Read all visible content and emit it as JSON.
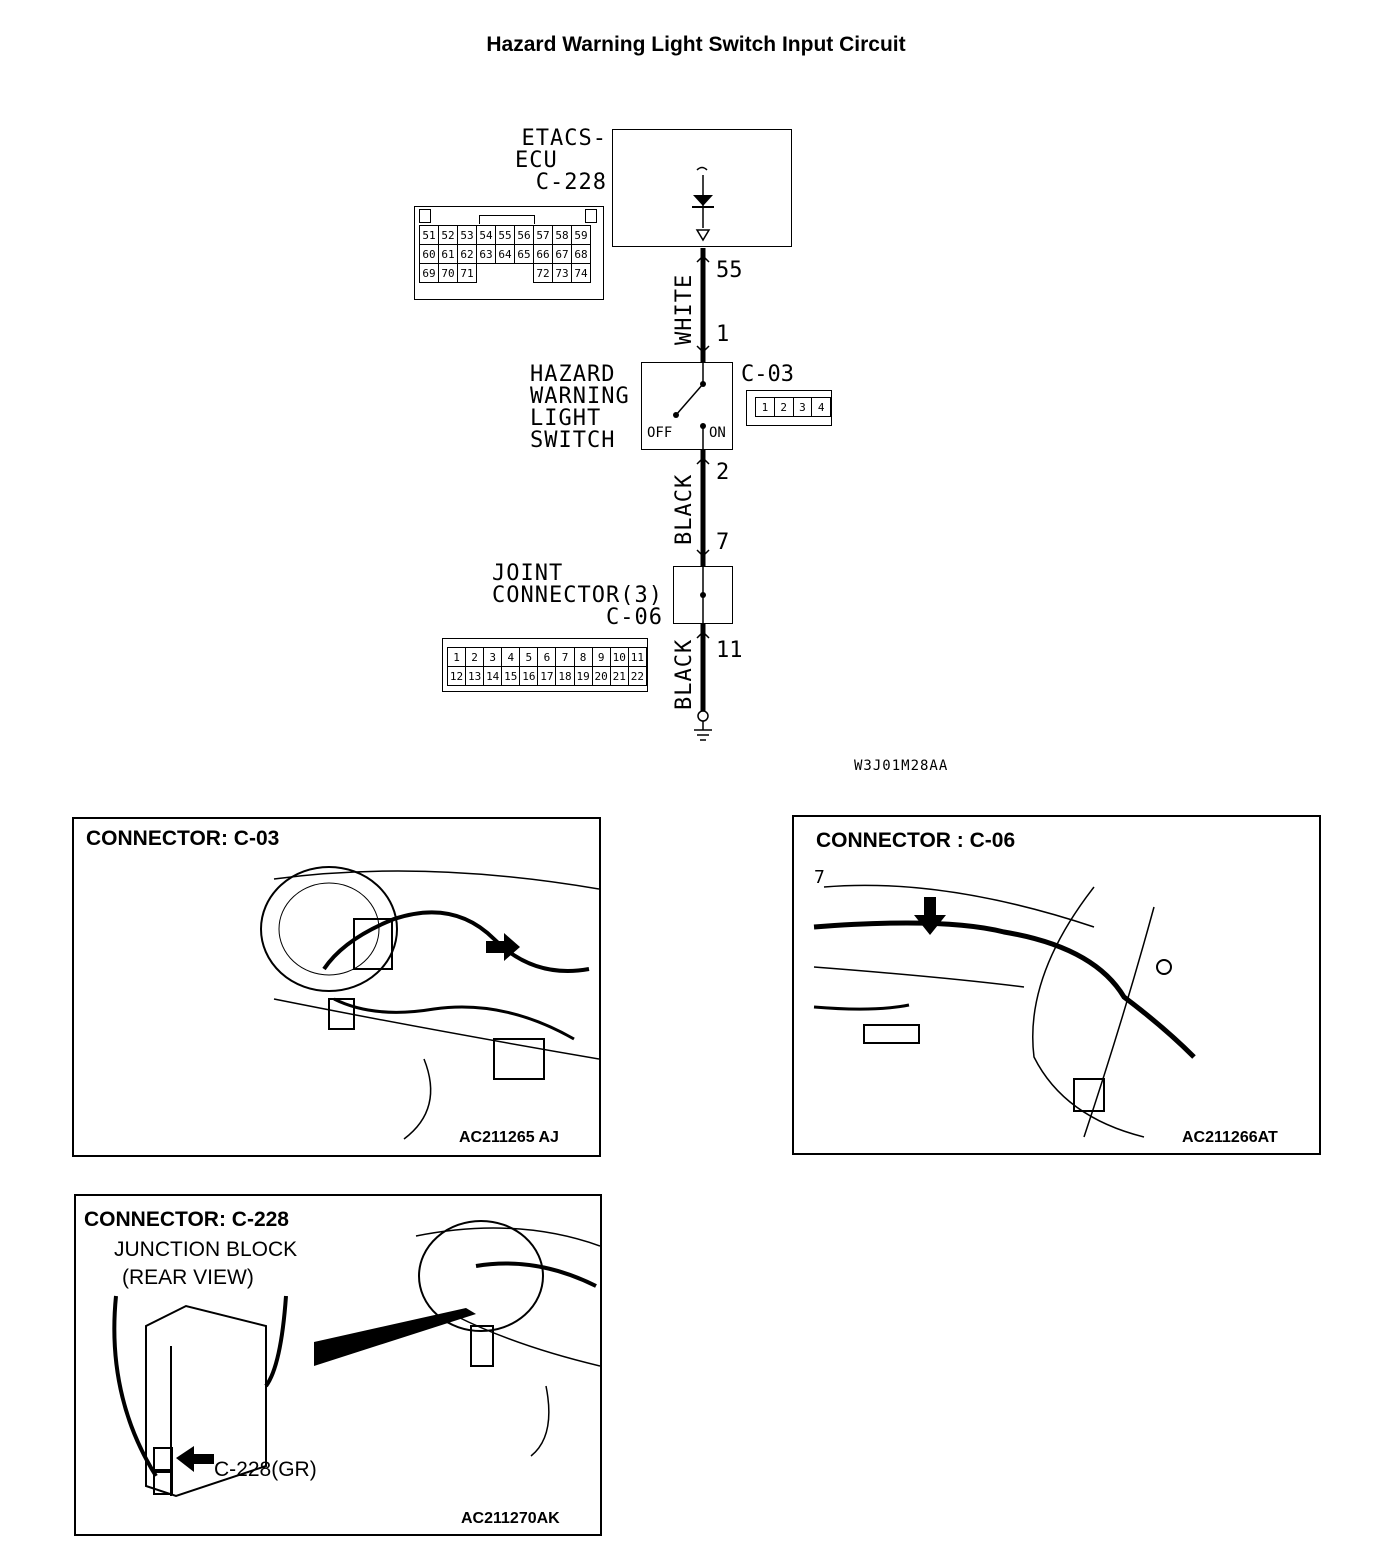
{
  "title": "Hazard Warning Light Switch Input Circuit",
  "diagram_code": "W3J01M28AA",
  "ecu": {
    "label_lines": [
      "ETACS-",
      "ECU",
      "C-228"
    ],
    "pin": "55",
    "connector_rows": [
      [
        "51",
        "52",
        "53",
        "54",
        "55",
        "56",
        "57",
        "58",
        "59"
      ],
      [
        "60",
        "61",
        "62",
        "63",
        "64",
        "65",
        "66",
        "67",
        "68"
      ],
      [
        "69",
        "70",
        "71",
        "",
        "",
        "",
        "72",
        "73",
        "74"
      ]
    ]
  },
  "wire_white": {
    "color": "WHITE",
    "pin_top": "55",
    "pin_bottom": "1"
  },
  "switch": {
    "label_lines": [
      "HAZARD",
      "WARNING",
      "LIGHT",
      "SWITCH"
    ],
    "connector": "C-03",
    "pins": [
      "1",
      "2",
      "3",
      "4"
    ],
    "off_label": "OFF",
    "on_label": "ON"
  },
  "wire_black_1": {
    "color": "BLACK",
    "pin_top": "2",
    "pin_bottom": "7"
  },
  "joint": {
    "label_lines": [
      "JOINT",
      "CONNECTOR(3)",
      "C-06"
    ],
    "rows": [
      [
        "1",
        "2",
        "3",
        "4",
        "5",
        "6",
        "7",
        "8",
        "9",
        "10",
        "11"
      ],
      [
        "12",
        "13",
        "14",
        "15",
        "16",
        "17",
        "18",
        "19",
        "20",
        "21",
        "22"
      ]
    ]
  },
  "wire_black_2": {
    "color": "BLACK",
    "pin_top": "11"
  },
  "panels": {
    "c03": {
      "title": "CONNECTOR: C-03",
      "code": "AC211265 AJ"
    },
    "c06": {
      "title": "CONNECTOR : C-06",
      "code": "AC211266AT",
      "note": "7"
    },
    "c228": {
      "title": "CONNECTOR: C-228",
      "sub1": "JUNCTION BLOCK",
      "sub2": "(REAR VIEW)",
      "callout": "C-228(GR)",
      "code": "AC211270AK"
    }
  }
}
